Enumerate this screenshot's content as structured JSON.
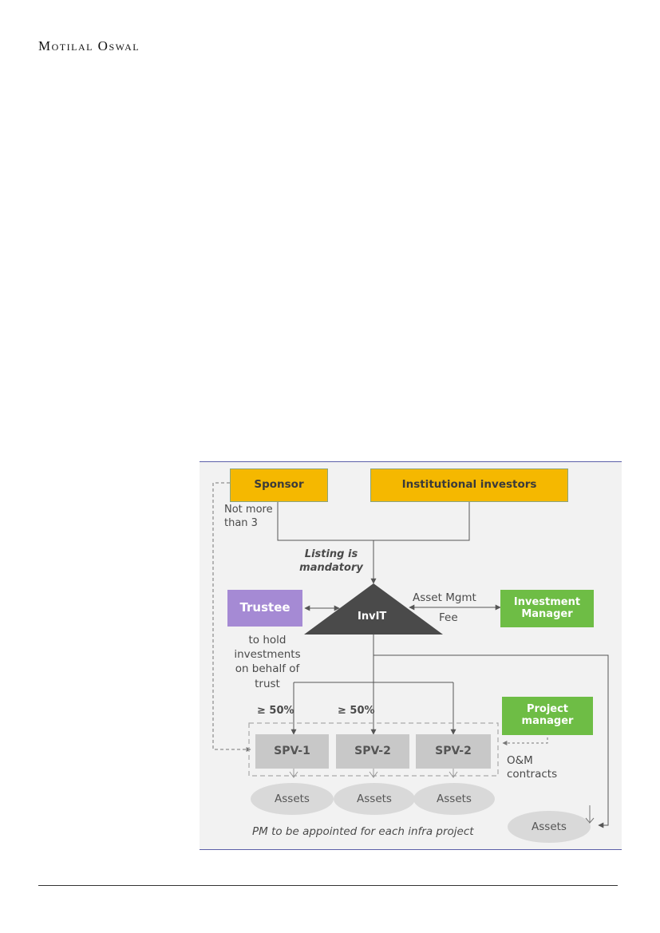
{
  "header": {
    "brand": "Motilal Oswal"
  },
  "diagram": {
    "sponsor": "Sponsor",
    "institutional_investors": "Institutional investors",
    "not_more_line1": "Not more",
    "not_more_line2": "than 3",
    "listing_line1": "Listing is",
    "listing_line2": "mandatory",
    "trustee": "Trustee",
    "invit": "InvIT",
    "asset_mgmt": "Asset Mgmt",
    "fee": "Fee",
    "investment_manager_line1": "Investment",
    "investment_manager_line2": "Manager",
    "trustee_note": [
      "to hold",
      "investments",
      "on behalf of",
      "trust"
    ],
    "pct_1": "≥ 50%",
    "pct_2": "≥ 50%",
    "project_manager_line1": "Project",
    "project_manager_line2": "manager",
    "spv_1": "SPV-1",
    "spv_2": "SPV-2",
    "spv_3": "SPV-2",
    "om_line1": "O&M",
    "om_line2": "contracts",
    "assets_1": "Assets",
    "assets_2": "Assets",
    "assets_3": "Assets",
    "assets_4": "Assets",
    "pm_note": "PM to be appointed for each infra project"
  },
  "colors": {
    "orange": "#f5b800",
    "green": "#6ebd45",
    "purple": "#a58ad4",
    "grey_box": "#c8c8c8",
    "triangle": "#4a4a4a",
    "frame_rule": "#5b5fa8",
    "page_edge": "#c0001a"
  }
}
